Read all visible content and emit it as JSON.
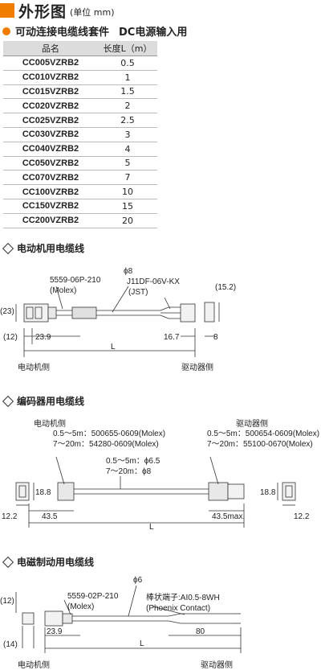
{
  "header": {
    "title": "外形图",
    "unit": "(单位 mm)"
  },
  "subtitle": {
    "text": "可动连接电缆线套件",
    "extra": "DC电源输入用"
  },
  "table": {
    "headers": [
      "品名",
      "长度L（m）"
    ],
    "rows": [
      [
        "CC005VZRB2",
        "0.5"
      ],
      [
        "CC010VZRB2",
        "1"
      ],
      [
        "CC015VZRB2",
        "1.5"
      ],
      [
        "CC020VZRB2",
        "2"
      ],
      [
        "CC025VZRB2",
        "2.5"
      ],
      [
        "CC030VZRB2",
        "3"
      ],
      [
        "CC040VZRB2",
        "4"
      ],
      [
        "CC050VZRB2",
        "5"
      ],
      [
        "CC070VZRB2",
        "7"
      ],
      [
        "CC100VZRB2",
        "10"
      ],
      [
        "CC150VZRB2",
        "15"
      ],
      [
        "CC200VZRB2",
        "20"
      ]
    ]
  },
  "motor_cable": {
    "title": "电动机用电缆线",
    "conn_left": "5559-06P-210",
    "conn_left_maker": "(Molex)",
    "dia": "ϕ8",
    "conn_right": "J11DF-06V-KX",
    "conn_right_maker": "(JST)",
    "dim_left_h": "(23)",
    "dim_left_w": "(12)",
    "dim_left_len": "23.9",
    "dim_right_len": "16.7",
    "dim_right_w": "8",
    "dim_right_h": "(15.2)",
    "dim_L": "L",
    "label_motor": "电动机侧",
    "label_driver": "驱动器侧"
  },
  "encoder_cable": {
    "title": "编码器用电缆线",
    "label_motor": "电动机侧",
    "label_driver": "驱动器侧",
    "left_part_1": "0.5～5m：500655-0609(Molex)",
    "left_part_2": "7～20m：54280-0609(Molex)",
    "right_part_1": "0.5～5m：500654-0609(Molex)",
    "right_part_2": "7～20m：55100-0670(Molex)",
    "dia_1": "0.5～5m：ϕ6.5",
    "dia_2": "7～20m：ϕ8",
    "dim_left_h": "18.8",
    "dim_left_w": "12.2",
    "dim_left_len": "43.5",
    "dim_right_len": "43.5max.",
    "dim_right_h": "18.8",
    "dim_right_w": "12.2",
    "dim_L": "L"
  },
  "brake_cable": {
    "title": "电磁制动用电缆线",
    "conn_left": "5559-02P-210",
    "conn_left_maker": "(Molex)",
    "dia": "ϕ6",
    "terminal": "棒状端子:AI0.5-8WH",
    "terminal_maker": "(Phoenix Contact)",
    "dim_left_h": "(12)",
    "dim_left_w": "(14)",
    "dim_left_len": "23.9",
    "dim_right_len": "80",
    "dim_L": "L",
    "label_motor": "电动机侧",
    "label_driver": "驱动器侧"
  }
}
